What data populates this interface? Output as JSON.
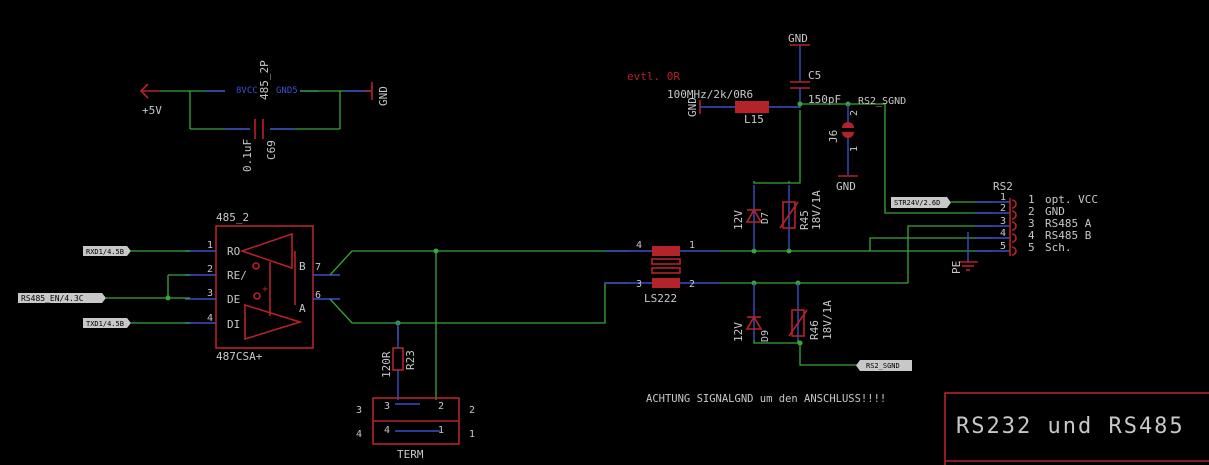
{
  "power": {
    "vcc_label": "+5V",
    "gnd_label": "GND"
  },
  "header_485_2p": {
    "name": "485_2P",
    "pin_vcc": "8VCC",
    "pin_gnd": "GND5",
    "cap_name": "C69",
    "cap_value": "0.1uF"
  },
  "ic": {
    "name": "485_2",
    "value": "487CSA+",
    "pins": [
      {
        "num": "1",
        "label": "RO"
      },
      {
        "num": "2",
        "label": "RE/"
      },
      {
        "num": "3",
        "label": "DE"
      },
      {
        "num": "4",
        "label": "DI"
      },
      {
        "num": "7",
        "label": "B"
      },
      {
        "num": "6",
        "label": "A"
      }
    ]
  },
  "net_labels": {
    "rxd": "RXD1/4.5B",
    "rs485_en": "RS485_EN/4.3C",
    "txd": "TXD1/4.5B",
    "str24v": "STR24V/2.6D",
    "rs2_sgnd_tag": "RS2_SGND",
    "rs2_sgnd_net": "RS2_SGND"
  },
  "choke": {
    "name": "LS222",
    "pins": [
      "4",
      "1",
      "3",
      "2"
    ]
  },
  "ferrite": {
    "name": "L15",
    "value": "100MHz/2k/0R6",
    "note": "evtl. 0R",
    "gnd_label": "GND"
  },
  "cap_c5": {
    "name": "C5",
    "value": "150pF",
    "gnd_label": "GND"
  },
  "jumper_j6": {
    "name": "J6",
    "pin1": "1",
    "pin2": "2",
    "gnd_label": "GND"
  },
  "diodes": [
    {
      "name": "D7",
      "value": "12V"
    },
    {
      "name": "D9",
      "value": "12V"
    }
  ],
  "fuses": [
    {
      "name": "R45",
      "value": "18V/1A"
    },
    {
      "name": "R46",
      "value": "18V/1A"
    }
  ],
  "resistor_r23": {
    "name": "R23",
    "value": "120R"
  },
  "term": {
    "name": "TERM",
    "pins": [
      "3",
      "2",
      "4",
      "1"
    ],
    "outer_pins": [
      "3",
      "2",
      "4",
      "1"
    ]
  },
  "connector_rs2": {
    "name": "RS2",
    "pe_label": "PE",
    "pins": [
      {
        "num": "1",
        "label": "opt. VCC"
      },
      {
        "num": "2",
        "label": "GND"
      },
      {
        "num": "3",
        "label": "RS485 A"
      },
      {
        "num": "4",
        "label": "RS485 B"
      },
      {
        "num": "5",
        "label": "Sch."
      }
    ]
  },
  "warning_note": "ACHTUNG SIGNALGND um den ANSCHLUSS!!!!",
  "title_block": {
    "title": "RS232 und RS485"
  }
}
